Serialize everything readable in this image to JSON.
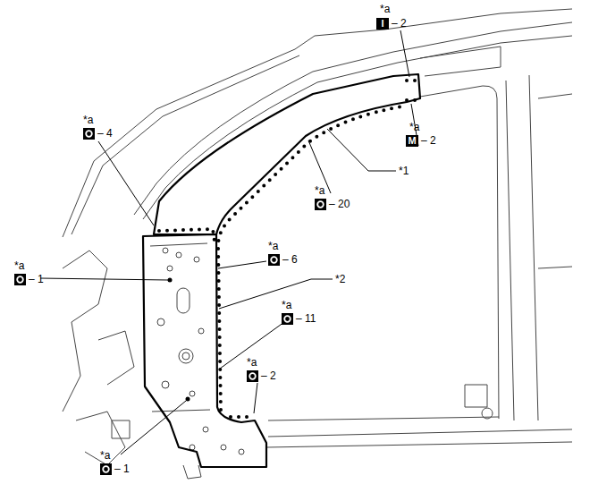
{
  "diagram": {
    "labels": [
      "*a",
      "I",
      "– 2",
      "*a",
      "– 4",
      "*a",
      "M",
      "– 2",
      "*1",
      "*a",
      "– 20",
      "*a",
      "– 6",
      "*a",
      "– 1",
      "*2",
      "*a",
      "– 11",
      "*a",
      "– 2",
      "*a",
      "– 1"
    ]
  }
}
